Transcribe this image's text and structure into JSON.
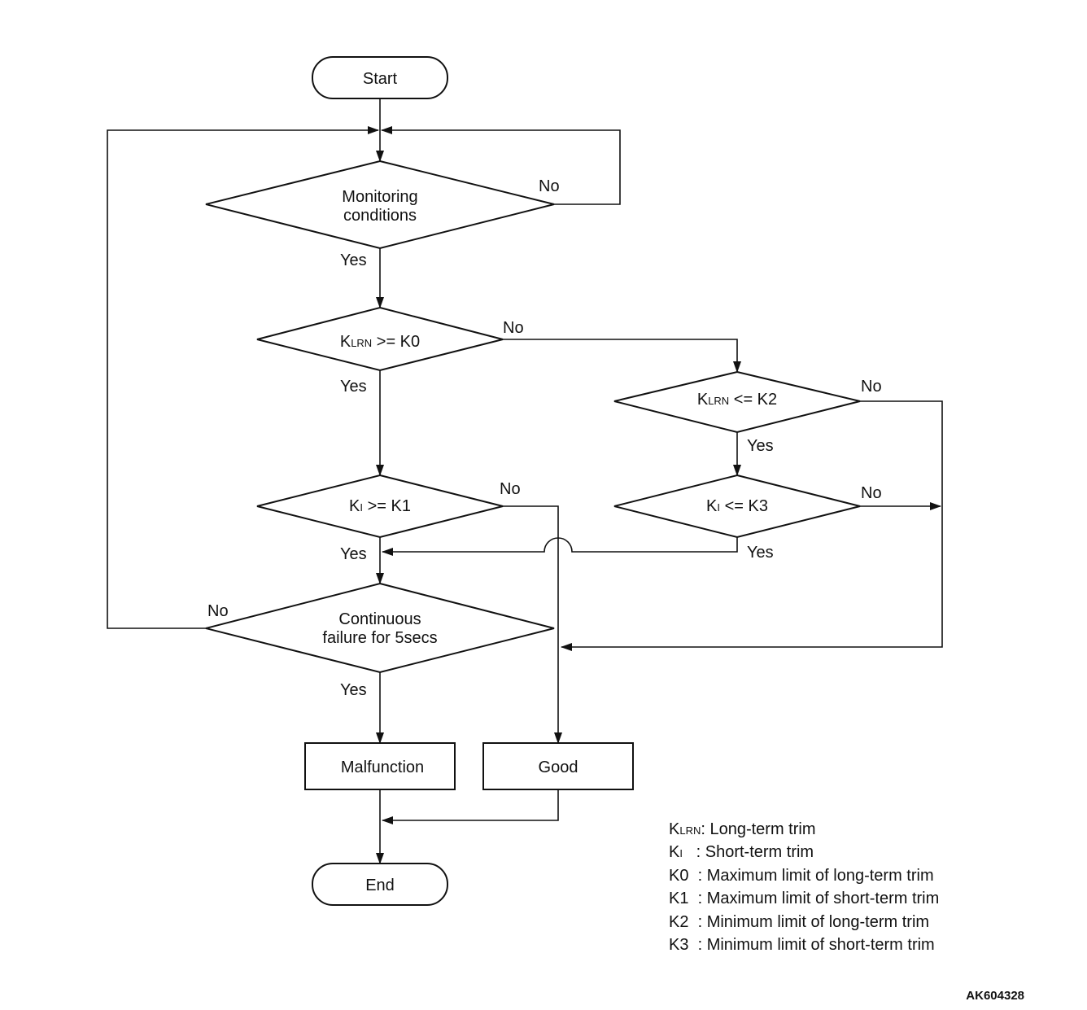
{
  "nodes": {
    "start": "Start",
    "monitoring": [
      "Monitoring",
      "conditions"
    ],
    "d1": {
      "k": "K",
      "sub": "LRN",
      "rest": " >= K0"
    },
    "d2": {
      "k": "K",
      "sub": "LRN",
      "rest": " <= K2"
    },
    "d3": {
      "k": "K",
      "sub": "I",
      "rest": " >= K1"
    },
    "d4": {
      "k": "K",
      "sub": "I",
      "rest": " <= K3"
    },
    "continuous": [
      "Continuous",
      "failure for 5secs"
    ],
    "malfunction": "Malfunction",
    "good": "Good",
    "end": "End"
  },
  "labels": {
    "yes": "Yes",
    "no": "No"
  },
  "legend": [
    {
      "k": "K",
      "sub": "LRN",
      "text": ": Long-term trim"
    },
    {
      "k": "K",
      "sub": "I",
      "text": "   : Short-term trim"
    },
    {
      "k": "K0",
      "sub": "",
      "text": "  : Maximum limit of long-term trim"
    },
    {
      "k": "K1",
      "sub": "",
      "text": "  : Maximum limit of short-term trim"
    },
    {
      "k": "K2",
      "sub": "",
      "text": "  : Minimum limit of long-term trim"
    },
    {
      "k": "K3",
      "sub": "",
      "text": "  : Minimum limit of short-term trim"
    }
  ],
  "figure_code": "AK604328"
}
